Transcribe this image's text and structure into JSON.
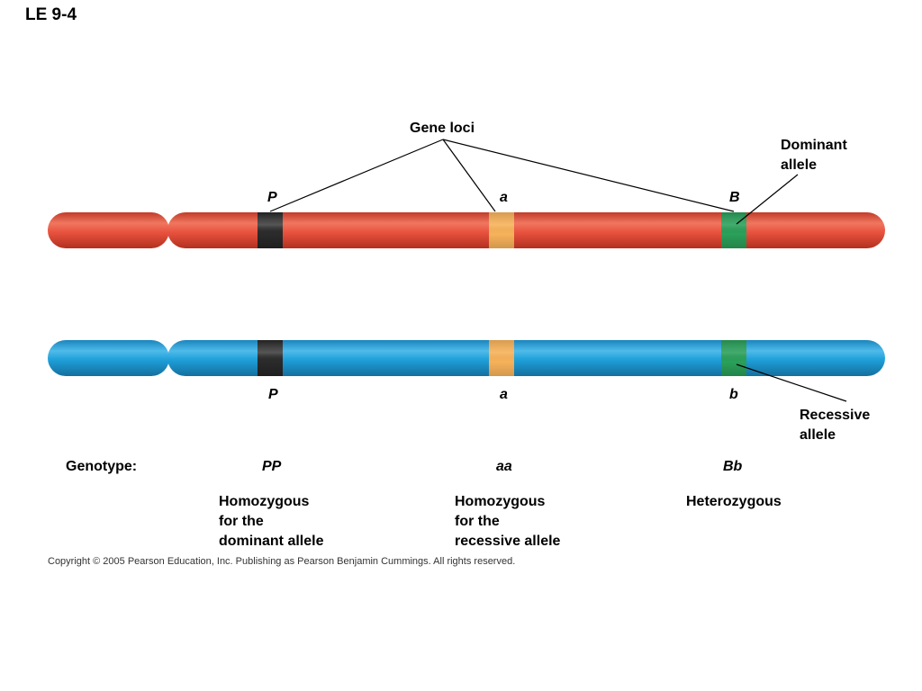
{
  "title": "LE 9-4",
  "gene_loci_label": "Gene loci",
  "dominant_allele_label": [
    "Dominant",
    "allele"
  ],
  "recessive_allele_label": [
    "Recessive",
    "allele"
  ],
  "top_chromosome": {
    "color": "#e8533f",
    "loci": [
      {
        "allele": "P",
        "band_color": "#2b2b2b"
      },
      {
        "allele": "a",
        "band_color": "#f7b25a"
      },
      {
        "allele": "B",
        "band_color": "#2aa05a"
      }
    ]
  },
  "bottom_chromosome": {
    "color": "#1e9fd8",
    "loci": [
      {
        "allele": "P",
        "band_color": "#2b2b2b"
      },
      {
        "allele": "a",
        "band_color": "#f7b25a"
      },
      {
        "allele": "b",
        "band_color": "#2aa05a"
      }
    ]
  },
  "genotype_label": "Genotype:",
  "genotypes": [
    {
      "code": "PP",
      "description": [
        "Homozygous",
        "for the",
        "dominant allele"
      ]
    },
    {
      "code": "aa",
      "description": [
        "Homozygous",
        "for the",
        "recessive allele"
      ]
    },
    {
      "code": "Bb",
      "description": [
        "Heterozygous"
      ]
    }
  ],
  "copyright": "Copyright © 2005 Pearson Education, Inc. Publishing as Pearson Benjamin Cummings. All rights reserved."
}
